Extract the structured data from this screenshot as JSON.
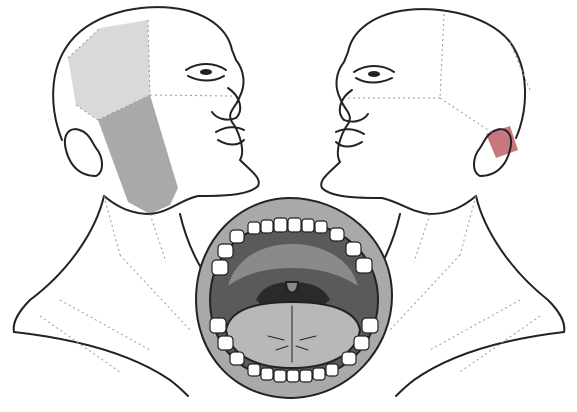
{
  "colors": {
    "background": "#ffffff",
    "outline": "#222222",
    "guide_line": "#9a9a9a",
    "region_upper_left": "#d9d9d9",
    "region_lower_left": "#a9a9a9",
    "region_ear_right": "#c9777f",
    "lip": "#a9a9a9",
    "oral_cavity": "#5a5a5a",
    "throat": "#2a2a2a",
    "tongue": "#b8b8b8",
    "palate": "#8a8a8a",
    "teeth": "#ffffff"
  },
  "figure": {
    "panels": [
      "left-head-profile",
      "right-head-profile",
      "open-mouth"
    ]
  }
}
